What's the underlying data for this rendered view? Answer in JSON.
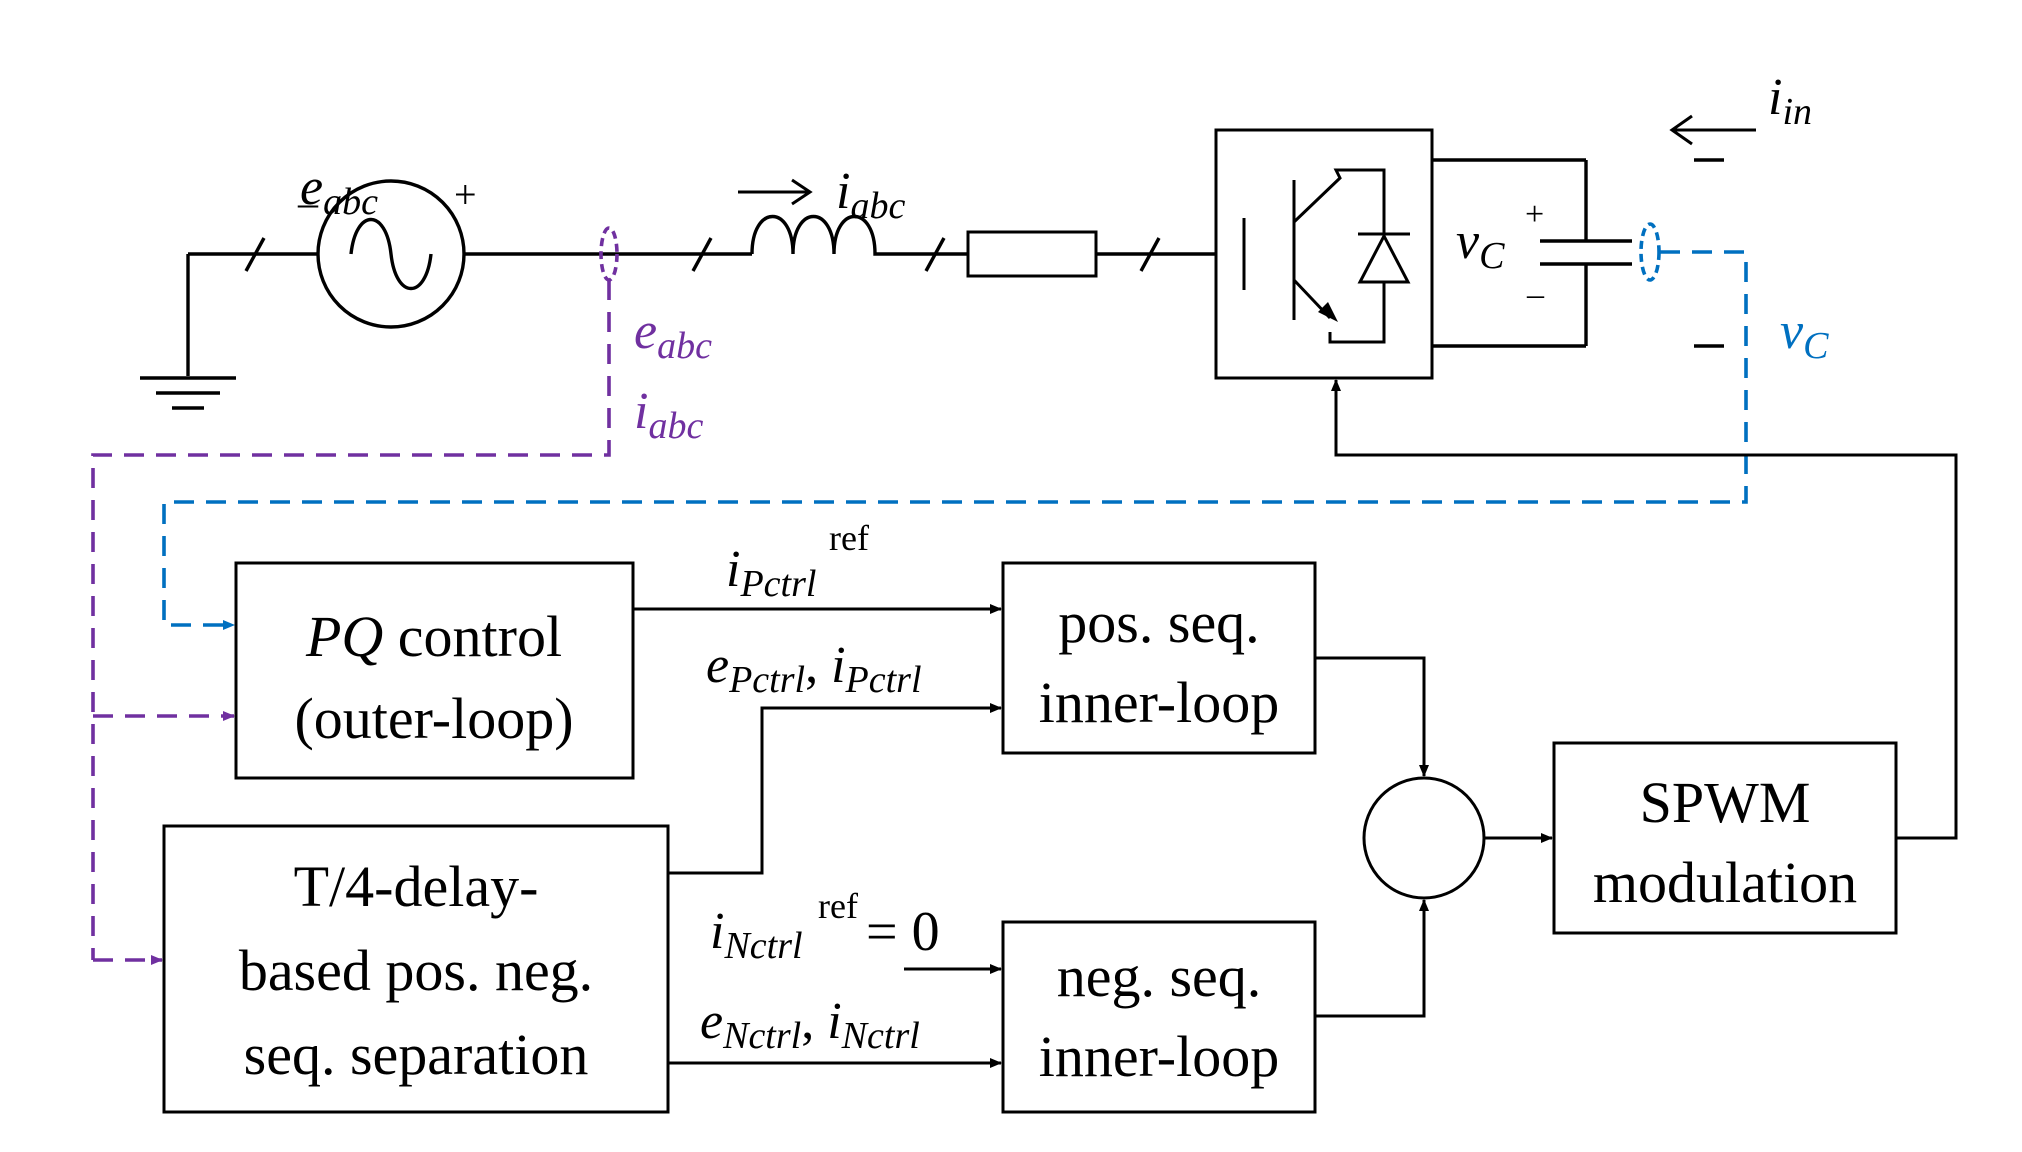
{
  "colors": {
    "line": "#000000",
    "measurement_ac": "#7030a0",
    "measurement_dc": "#0070c0",
    "background": "#ffffff"
  },
  "source": {
    "label_var": "e",
    "label_sub": "abc",
    "minus": "–",
    "plus": "+"
  },
  "inductor": {
    "label_var": "i",
    "label_sub": "abc"
  },
  "dc_link": {
    "current_var": "i",
    "current_sub": "in",
    "voltage_var": "v",
    "voltage_sub": "C",
    "plus": "+",
    "minus": "–"
  },
  "measurements": {
    "ac_voltage_var": "e",
    "ac_voltage_sub": "abc",
    "ac_current_var": "i",
    "ac_current_sub": "abc",
    "dc_voltage_var": "v",
    "dc_voltage_sub": "C"
  },
  "blocks": {
    "pq": {
      "line1_italic": "PQ",
      "line1_rest": " control",
      "line2": "(outer-loop)"
    },
    "pos_inner": {
      "line1": "pos. seq.",
      "line2": "inner-loop"
    },
    "neg_inner": {
      "line1": "neg. seq.",
      "line2": "inner-loop"
    },
    "separation": {
      "line1": "T/4-delay-",
      "line2": "based pos. neg.",
      "line3": "seq. separation"
    },
    "spwm": {
      "line1": "SPWM",
      "line2": "modulation"
    }
  },
  "signals": {
    "ipref": {
      "var": "i",
      "sub": "Pctrl",
      "sup": "ref"
    },
    "pos_fb": {
      "e_var": "e",
      "e_sub": "Pctrl",
      "sep": ", ",
      "i_var": "i",
      "i_sub": "Pctrl"
    },
    "inref": {
      "var": "i",
      "sub": "Nctrl",
      "sup": "ref",
      "eq": "= 0"
    },
    "neg_fb": {
      "e_var": "e",
      "e_sub": "Nctrl",
      "sep": ", ",
      "i_var": "i",
      "i_sub": "Nctrl"
    }
  }
}
